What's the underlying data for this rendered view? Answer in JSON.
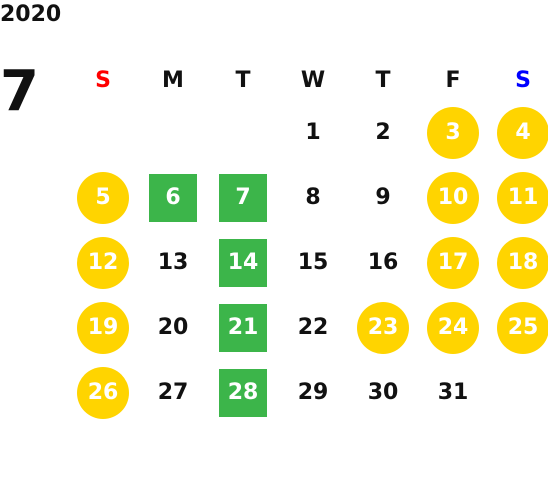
{
  "calendar": {
    "year": "2020",
    "month": "7",
    "weekday_headers": [
      "S",
      "M",
      "T",
      "W",
      "T",
      "F",
      "S"
    ],
    "colors": {
      "sunday_header": "#ff0000",
      "saturday_header": "#0000ff",
      "circle_highlight": "#ffd400",
      "square_highlight": "#3cb54a"
    },
    "weeks": [
      [
        {
          "day": "",
          "style": "empty"
        },
        {
          "day": "",
          "style": "empty"
        },
        {
          "day": "",
          "style": "empty"
        },
        {
          "day": "1",
          "style": "plain"
        },
        {
          "day": "2",
          "style": "plain"
        },
        {
          "day": "3",
          "style": "circle"
        },
        {
          "day": "4",
          "style": "circle"
        }
      ],
      [
        {
          "day": "5",
          "style": "circle"
        },
        {
          "day": "6",
          "style": "square"
        },
        {
          "day": "7",
          "style": "square"
        },
        {
          "day": "8",
          "style": "plain"
        },
        {
          "day": "9",
          "style": "plain"
        },
        {
          "day": "10",
          "style": "circle"
        },
        {
          "day": "11",
          "style": "circle"
        }
      ],
      [
        {
          "day": "12",
          "style": "circle"
        },
        {
          "day": "13",
          "style": "plain"
        },
        {
          "day": "14",
          "style": "square"
        },
        {
          "day": "15",
          "style": "plain"
        },
        {
          "day": "16",
          "style": "plain"
        },
        {
          "day": "17",
          "style": "circle"
        },
        {
          "day": "18",
          "style": "circle"
        }
      ],
      [
        {
          "day": "19",
          "style": "circle"
        },
        {
          "day": "20",
          "style": "plain"
        },
        {
          "day": "21",
          "style": "square"
        },
        {
          "day": "22",
          "style": "plain"
        },
        {
          "day": "23",
          "style": "circle"
        },
        {
          "day": "24",
          "style": "circle"
        },
        {
          "day": "25",
          "style": "circle"
        }
      ],
      [
        {
          "day": "26",
          "style": "circle"
        },
        {
          "day": "27",
          "style": "plain"
        },
        {
          "day": "28",
          "style": "square"
        },
        {
          "day": "29",
          "style": "plain"
        },
        {
          "day": "30",
          "style": "plain"
        },
        {
          "day": "31",
          "style": "plain"
        },
        {
          "day": "",
          "style": "empty"
        }
      ]
    ]
  }
}
